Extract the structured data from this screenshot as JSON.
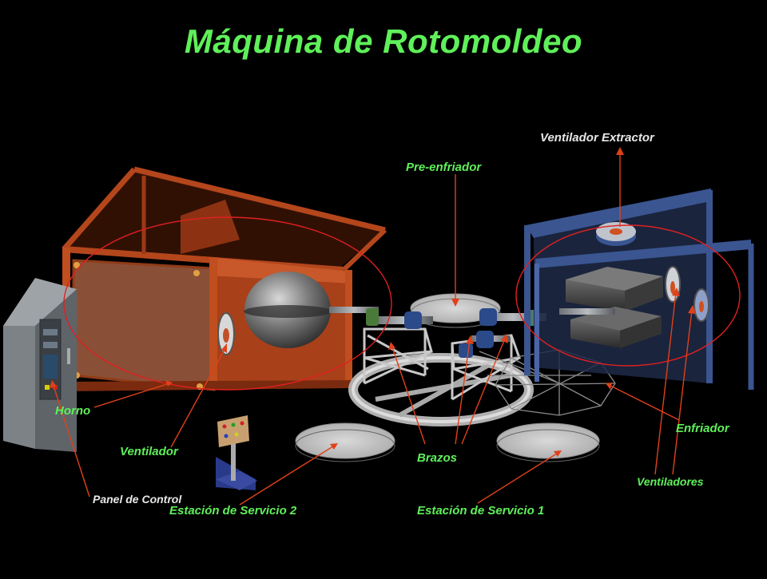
{
  "title": "Máquina de Rotomoldeo",
  "colors": {
    "title": "#5ff05a",
    "label_green": "#5ff05a",
    "label_white": "#e8e8e8",
    "arrow": "#e0401a",
    "ellipse": "#e02020",
    "oven": "#a8401a",
    "cooler": "#3a5590",
    "background": "#000000"
  },
  "labels": {
    "ventilador_extractor": "Ventilador Extractor",
    "pre_enfriador": "Pre-enfriador",
    "horno": "Horno",
    "ventilador": "Ventilador",
    "panel_control": "Panel de Control",
    "estacion_2": "Estación de Servicio 2",
    "brazos": "Brazos",
    "estacion_1": "Estación de Servicio 1",
    "enfriador": "Enfriador",
    "ventiladores": "Ventiladores"
  }
}
